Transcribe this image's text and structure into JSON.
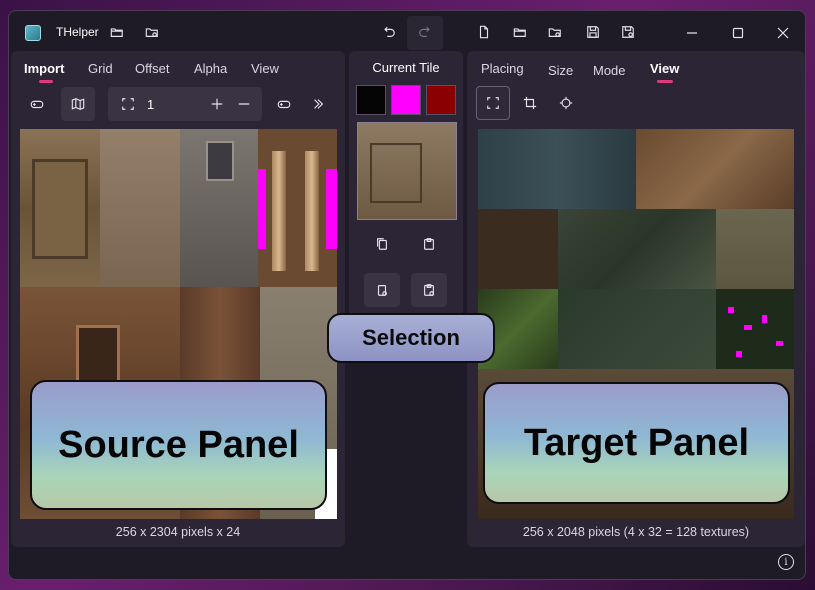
{
  "app": {
    "title": "THelper"
  },
  "source_panel": {
    "tabs": [
      {
        "label": "Import",
        "active": true
      },
      {
        "label": "Grid"
      },
      {
        "label": "Offset"
      },
      {
        "label": "Alpha"
      },
      {
        "label": "View"
      }
    ],
    "stepper_value": "1",
    "caption": "256 x 2304 pixels x 24",
    "callout": "Source Panel"
  },
  "middle_panel": {
    "title": "Current Tile",
    "swatches": [
      "#050505",
      "#ff00ff",
      "#8a0000"
    ],
    "callout": "Selection"
  },
  "target_panel": {
    "tabs": [
      {
        "label": "Placing"
      },
      {
        "label": "Size"
      },
      {
        "label": "Mode"
      },
      {
        "label": "View",
        "active": true
      }
    ],
    "caption": "256 x 2048 pixels (4 x 32 = 128 textures)",
    "callout": "Target Panel"
  },
  "colors": {
    "accent": "#e03a7c",
    "magenta": "#ff00ff"
  },
  "icons": [
    "app-icon",
    "folder-open-icon",
    "folder-settings-icon",
    "undo-icon",
    "redo-icon",
    "new-file-icon",
    "save-icon",
    "save-settings-icon",
    "minimize-icon",
    "maximize-icon",
    "close-icon",
    "gamepad-icon",
    "map-icon",
    "selection-icon",
    "plus-icon",
    "minus-icon",
    "chevron-double-right-icon",
    "copy-icon",
    "paste-icon",
    "crop-icon",
    "target-icon",
    "info-icon"
  ]
}
